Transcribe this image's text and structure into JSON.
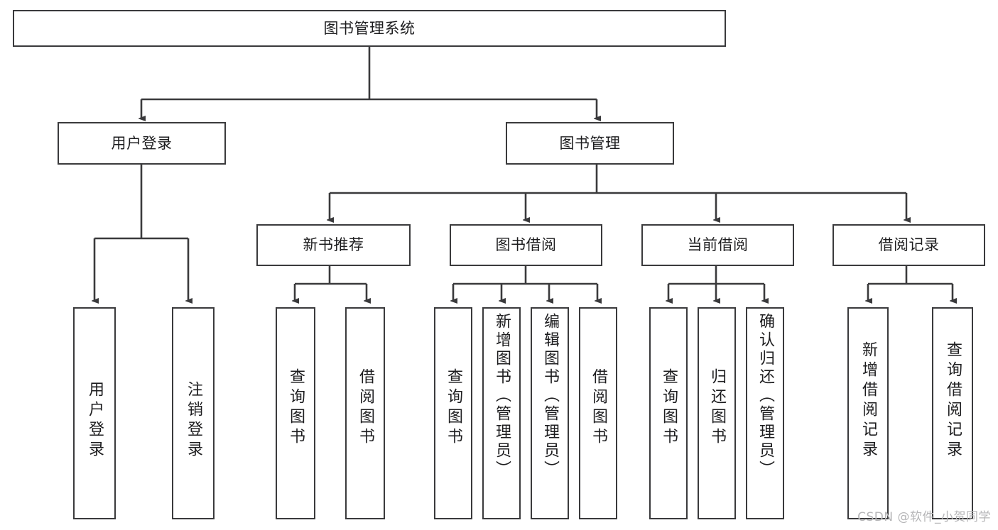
{
  "diagram": {
    "type": "tree",
    "title": "图书管理系统",
    "orientation": "top-down",
    "colors": {
      "background": "#ffffff",
      "node_fill": "#ffffff",
      "node_stroke": "#3a3a3c",
      "connector": "#3a3a3c",
      "text": "#1d1d1f",
      "watermark": "#b6b6b8"
    },
    "levels": 4
  },
  "root": {
    "label": "图书管理系统"
  },
  "level2": [
    {
      "label": "用户登录"
    },
    {
      "label": "图书管理"
    }
  ],
  "level3": [
    {
      "label": "新书推荐"
    },
    {
      "label": "图书借阅"
    },
    {
      "label": "当前借阅"
    },
    {
      "label": "借阅记录"
    }
  ],
  "leaves": {
    "user_login": [
      {
        "label": "用户登录"
      },
      {
        "label": "注销登录"
      }
    ],
    "new_book_recommend": [
      {
        "label": "查询图书"
      },
      {
        "label": "借阅图书"
      }
    ],
    "book_borrow": [
      {
        "label": "查询图书"
      },
      {
        "label": "新增图书（管理员）"
      },
      {
        "label": "编辑图书（管理员）"
      },
      {
        "label": "借阅图书"
      }
    ],
    "current_borrow": [
      {
        "label": "查询图书"
      },
      {
        "label": "归还图书"
      },
      {
        "label": "确认归还（管理员）"
      }
    ],
    "borrow_record": [
      {
        "label": "新增借阅记录"
      },
      {
        "label": "查询借阅记录"
      }
    ]
  },
  "watermark": {
    "text": "CSDN @软件_小贺同学"
  }
}
